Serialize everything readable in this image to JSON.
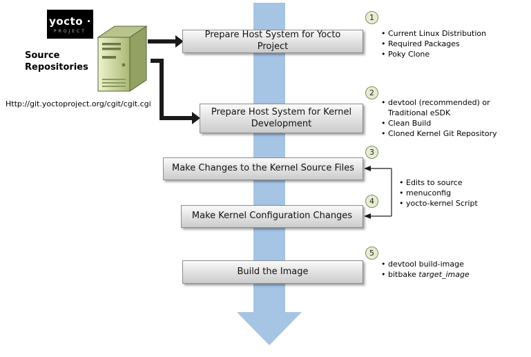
{
  "logo": {
    "wordmark": "yocto ·",
    "subtitle": "PROJECT"
  },
  "source": {
    "title_line1": "Source",
    "title_line2": "Repositories",
    "url": "Http://git.yoctoproject.org/cgit/cgit.cgi"
  },
  "steps": {
    "step1": {
      "num": "1",
      "label": "Prepare Host System for Yocto Project"
    },
    "step2": {
      "num": "2",
      "label": "Prepare Host System for Kernel Development"
    },
    "step3": {
      "num": "3",
      "label": "Make Changes to the Kernel Source Files"
    },
    "step4": {
      "num": "4",
      "label": "Make Kernel Configuration Changes"
    },
    "step5": {
      "num": "5",
      "label": "Build the Image"
    }
  },
  "notes": {
    "step1": [
      "Current Linux Distribution",
      "Required Packages",
      "Poky Clone"
    ],
    "step2": [
      "devtool (recommended) or Traditional eSDK",
      "Clean Build",
      "Cloned Kernel Git Repository"
    ],
    "step34": [
      "Edits to source",
      "menuconfig",
      "yocto-kernel Script"
    ],
    "step5_item1": "devtool build-image",
    "step5_item2_prefix": "bitbake ",
    "step5_item2_italic": "target_image"
  },
  "colors": {
    "flow_arrow_blue": "#a6c4e4",
    "badge_fill": "#e6ecd4",
    "badge_border": "#7d8f55",
    "server_green": "#b5c287",
    "logo_background": "#000000",
    "box_gradient_top": "#fafafa",
    "box_gradient_bottom": "#cccccc"
  }
}
